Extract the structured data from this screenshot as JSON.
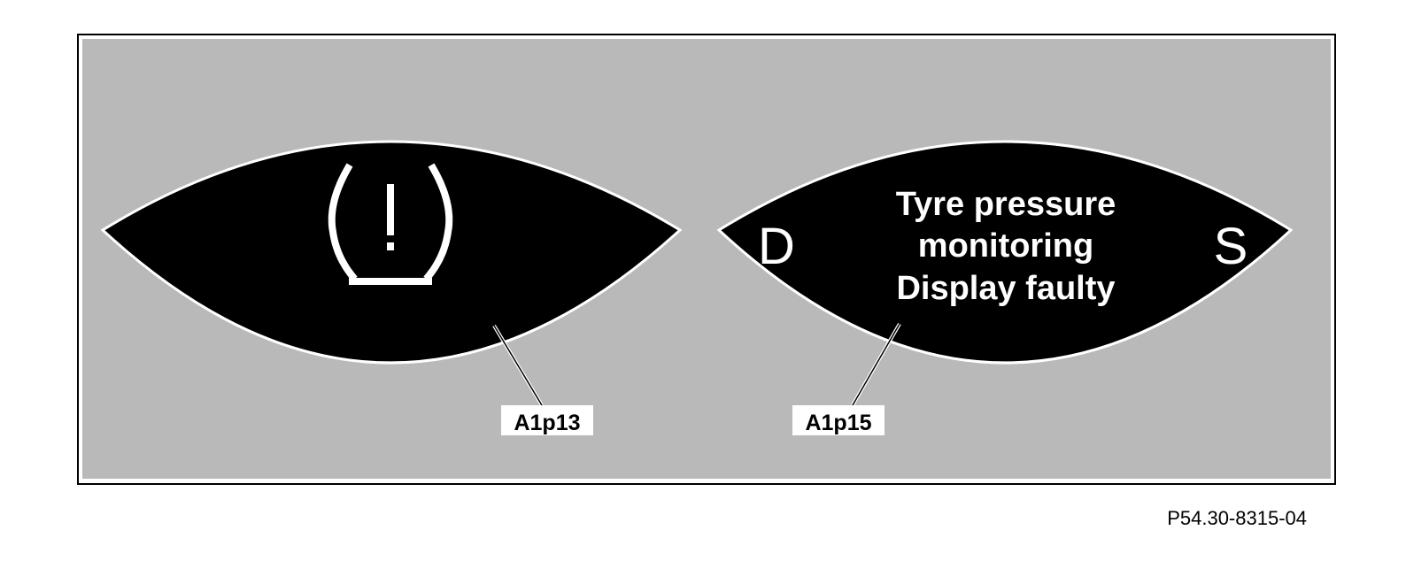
{
  "figure": {
    "reference": "P54.30-8315-04",
    "left_display": {
      "callout": "A1p13",
      "icon": "tire-pressure-warning-icon"
    },
    "right_display": {
      "callout": "A1p15",
      "gear_left": "D",
      "gear_right": "S",
      "message_lines": [
        "Tyre pressure",
        "monitoring",
        "Display faulty"
      ]
    }
  },
  "colors": {
    "panel_background": "#b9b9b9",
    "display_background": "#000000",
    "display_text": "#ffffff",
    "frame": "#000000"
  }
}
